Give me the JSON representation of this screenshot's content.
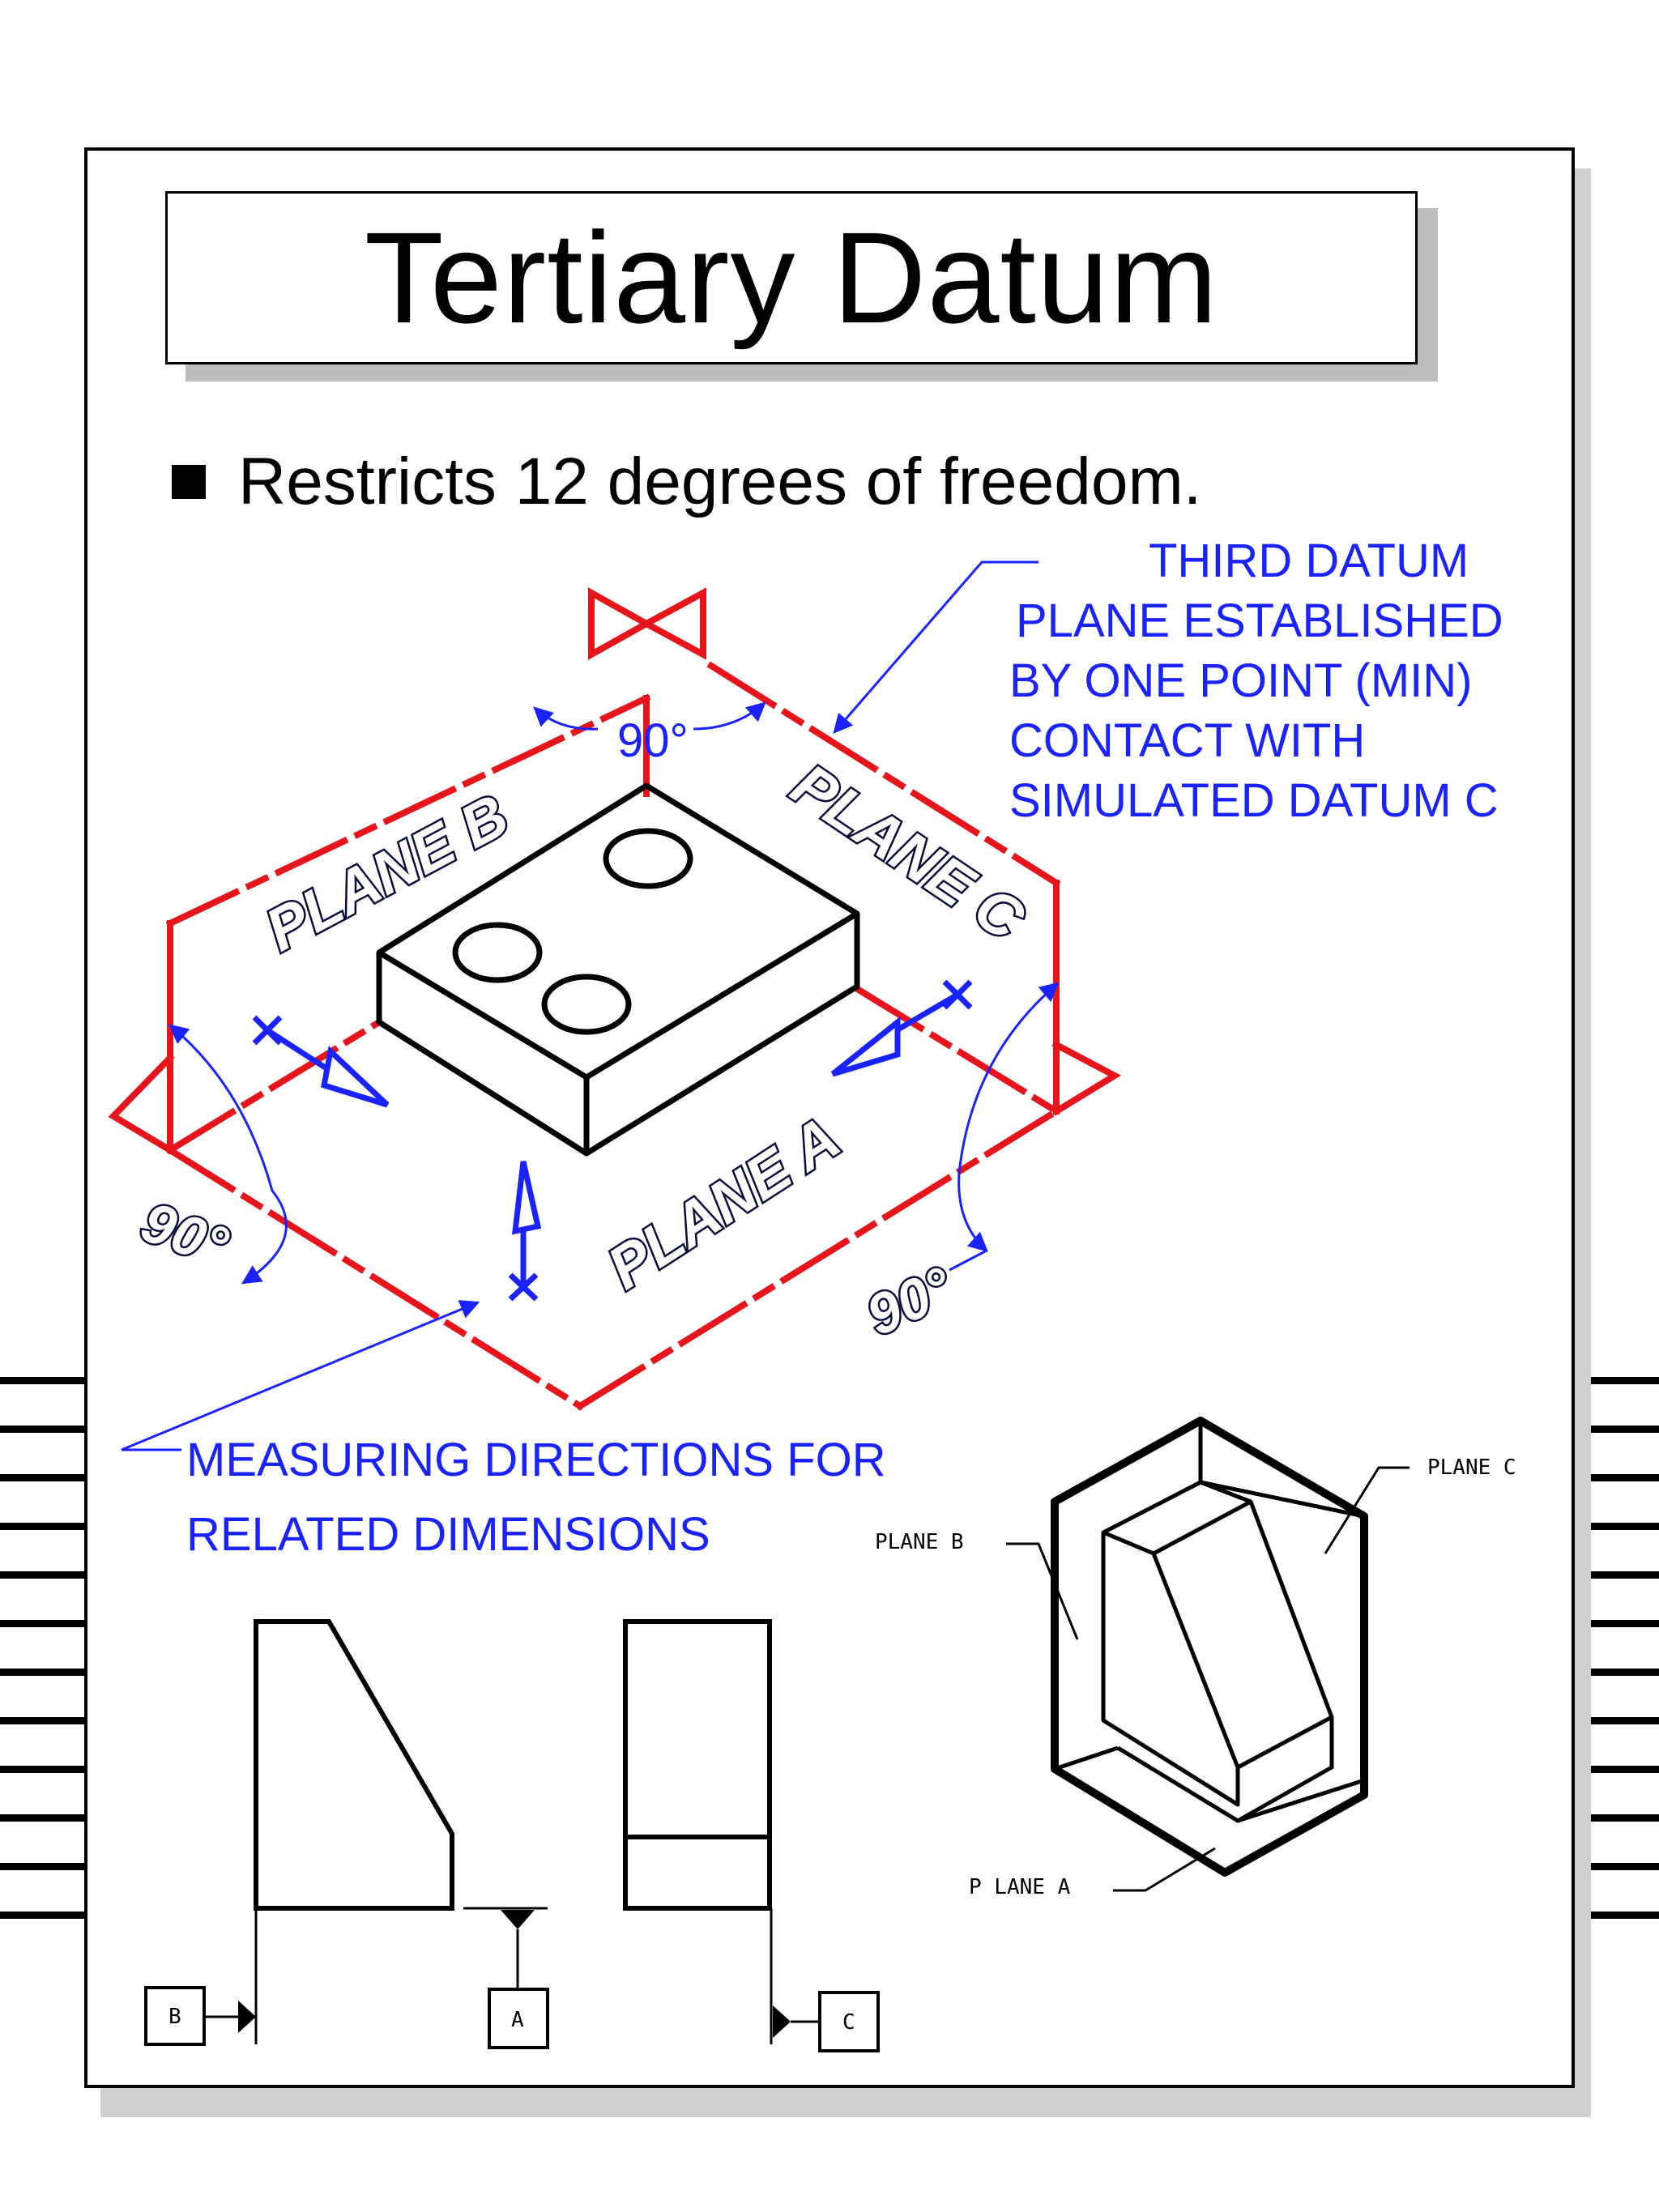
{
  "title": "Tertiary Datum",
  "bullet": "Restricts 12 degrees of freedom.",
  "callout_third_datum": [
    "THIRD DATUM",
    "PLANE ESTABLISHED",
    "BY ONE POINT (MIN)",
    "CONTACT WITH",
    "SIMULATED DATUM C"
  ],
  "callout_measuring": [
    "MEASURING DIRECTIONS FOR",
    "RELATED DIMENSIONS"
  ],
  "iso_labels": {
    "plane_a": "PLANE A",
    "plane_b": "PLANE B",
    "plane_c": "PLANE C",
    "angle_top": "90°",
    "angle_left": "90°",
    "angle_right": "90°"
  },
  "small_iso_labels": {
    "plane_a": "P LANE A",
    "plane_b": "PLANE B",
    "plane_c": "PLANE C"
  },
  "datum_letters": {
    "a": "A",
    "b": "B",
    "c": "C"
  },
  "colors": {
    "datum_red": "#e8141c",
    "annotation_blue": "#1a22ff",
    "outline_black": "#000000"
  }
}
